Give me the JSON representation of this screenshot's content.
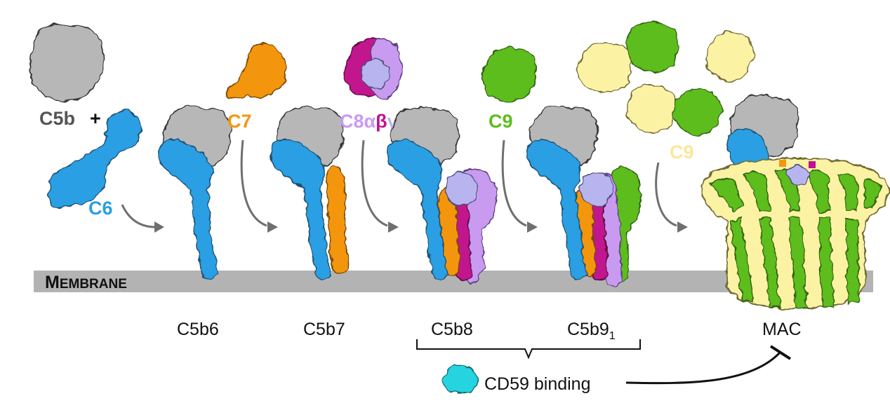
{
  "colors": {
    "c5b": "#b7b7b7",
    "c5b_label": "#555555",
    "c6": "#2a9fe3",
    "c7": "#f4960c",
    "c8a": "#c2128f",
    "c8b": "#c89af0",
    "c8g": "#b7b4ef",
    "c9": "#5cbd1c",
    "c9_pale": "#fbf2a4",
    "cd59": "#26d4df",
    "membrane": "#b3b3b3",
    "arrow": "#6f6f6f"
  },
  "labels": {
    "c5b": "C5b",
    "plus": "+",
    "c6": "C6",
    "c7": "C7",
    "c8": "C8",
    "c8_alpha": "α",
    "c8_beta": "β",
    "c8_gamma": "γ",
    "c9": "C9",
    "c9_pale": "C9"
  },
  "membrane": {
    "prefix": "M",
    "rest": "EMBRANE"
  },
  "stages": {
    "c5b6": "C5b6",
    "c5b7": "C5b7",
    "c5b8": "C5b8",
    "c5b9_main": "C5b9",
    "c5b9_sub": "1",
    "mac": "MAC"
  },
  "cd59": {
    "label": "CD59 binding"
  },
  "icons": {
    "protein_blob": "protein-surface-icon",
    "arrow": "curved-arrow-icon",
    "inhibition": "inhibition-arrow-icon"
  }
}
